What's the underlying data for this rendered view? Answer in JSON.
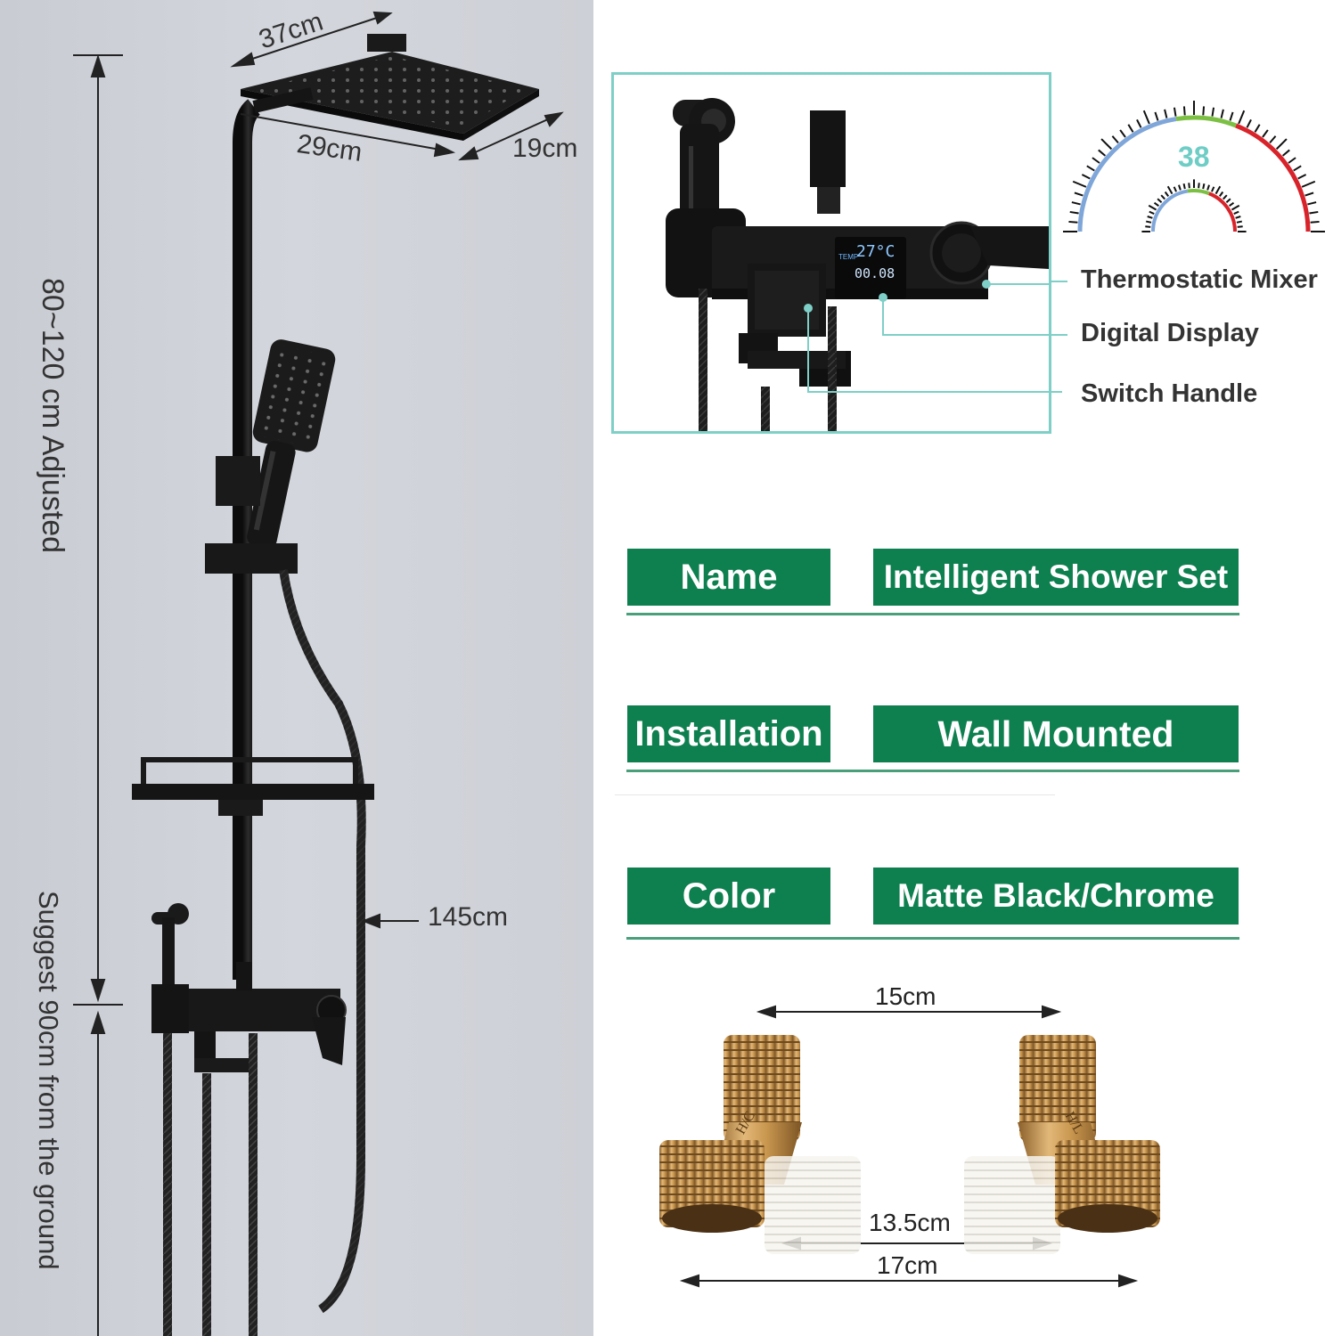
{
  "dimensions": {
    "head_width": "37cm",
    "head_depth": "29cm",
    "head_side": "19cm",
    "height_adjust": "80~120 cm Adjusted",
    "ground_suggest": "Suggest 90cm from the ground",
    "total_height": "145cm"
  },
  "features": {
    "thermostatic": "Thermostatic Mixer",
    "display": "Digital Display",
    "switch": "Switch Handle",
    "gauge_value": "38",
    "display_temp": "27°C",
    "display_time": "00.08",
    "display_label": "TEMP"
  },
  "specs": [
    {
      "label": "Name",
      "value": "Intelligent Shower Set"
    },
    {
      "label": "Installation",
      "value": "Wall Mounted"
    },
    {
      "label": "Color",
      "value": "Matte Black/Chrome"
    }
  ],
  "fittings": {
    "top_width": "15cm",
    "mid_width": "13.5cm",
    "bottom_width": "17cm",
    "stamp_left": "H/C",
    "stamp_right": "H/L"
  },
  "colors": {
    "brand_green": "#0e7f4f",
    "fixture_black": "#1c1c1c",
    "brass": "#c7964f",
    "inset_border": "#7ecfc7"
  }
}
